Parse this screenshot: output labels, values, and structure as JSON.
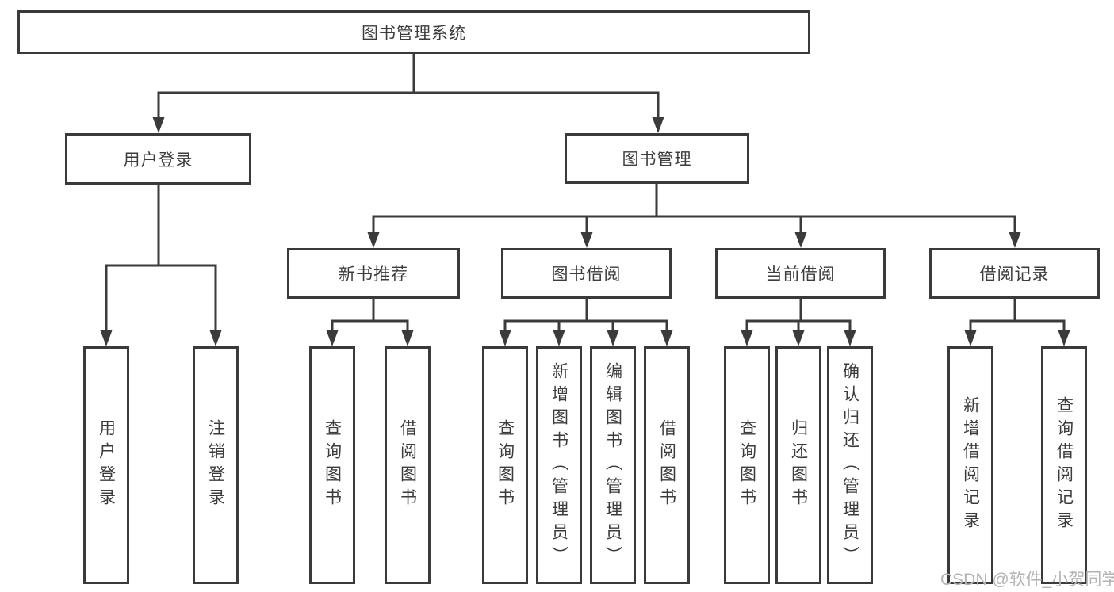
{
  "diagram": {
    "root": "图书管理系统",
    "level2": [
      "用户登录",
      "图书管理"
    ],
    "level3": [
      "新书推荐",
      "图书借阅",
      "当前借阅",
      "借阅记录"
    ],
    "leaves": [
      "用户登录",
      "注销登录",
      "查询图书",
      "借阅图书",
      "查询图书",
      "新增图书（管理员）",
      "编辑图书（管理员）",
      "借阅图书",
      "查询图书",
      "归还图书",
      "确认归还（管理员）",
      "新增借阅记录",
      "查询借阅记录"
    ]
  },
  "watermark": "CSDN @软件_小贺同学",
  "colors": {
    "line": "#3b3b3b",
    "box_border": "#3a3a3a",
    "text": "#3c3c3c",
    "watermark": "#b3b3b3",
    "background": "#ffffff"
  }
}
